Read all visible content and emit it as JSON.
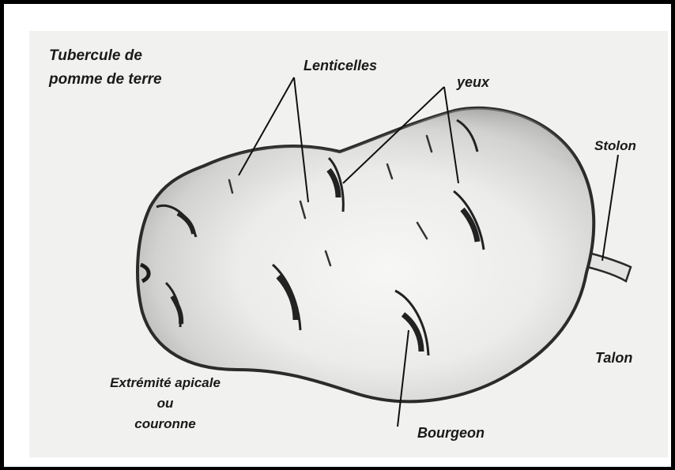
{
  "diagram": {
    "title_line1": "Tubercule de",
    "title_line2": "pomme de terre",
    "labels": {
      "lenticelles": "Lenticelles",
      "yeux": "yeux",
      "stolon": "Stolon",
      "talon": "Talon",
      "bourgeon": "Bourgeon",
      "apex_line1": "Extrémité apicale",
      "apex_line2": "ou",
      "apex_line3": "couronne"
    }
  }
}
